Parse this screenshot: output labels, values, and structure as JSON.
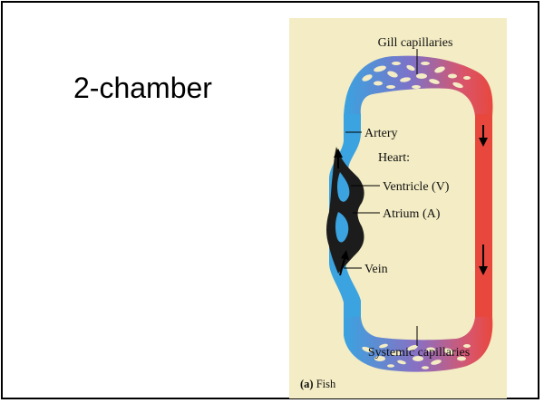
{
  "slide": {
    "title": "2-chamber"
  },
  "figure": {
    "caption_letter": "(a)",
    "caption_text": "Fish",
    "labels": {
      "gill_capillaries": "Gill capillaries",
      "artery": "Artery",
      "heart": "Heart:",
      "ventricle": "Ventricle (V)",
      "atrium": "Atrium (A)",
      "vein": "Vein",
      "systemic_capillaries": "Systemic capillaries"
    },
    "colors": {
      "deoxygenated": "#3aa3e0",
      "oxygenated": "#e8473d",
      "mixed": "#8a6fc2",
      "heart": "#1c1c1c",
      "background": "#f3ecc4"
    }
  }
}
